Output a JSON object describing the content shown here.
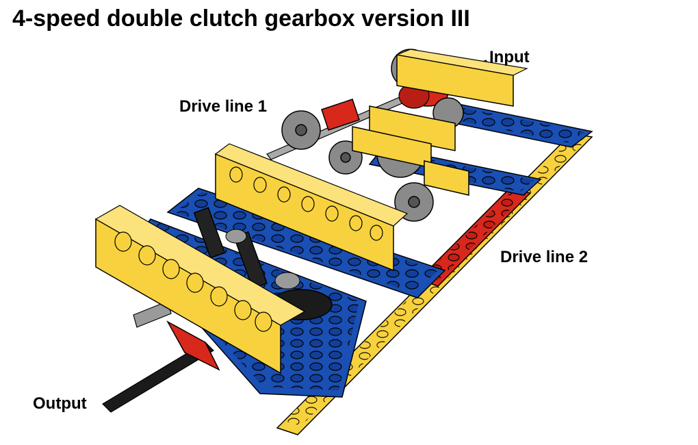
{
  "title": "4-speed double clutch gearbox version III",
  "labels": {
    "input": "Input",
    "drive_line_1": "Drive line 1",
    "drive_line_2": "Drive line 2",
    "output": "Output"
  },
  "colors": {
    "yellow": "#f7d23e",
    "blue": "#1a4fb3",
    "red": "#d8281c",
    "gear_gray": "#8a8a8a",
    "axle_gray": "#a9a9a9",
    "black": "#1b1b1b"
  }
}
